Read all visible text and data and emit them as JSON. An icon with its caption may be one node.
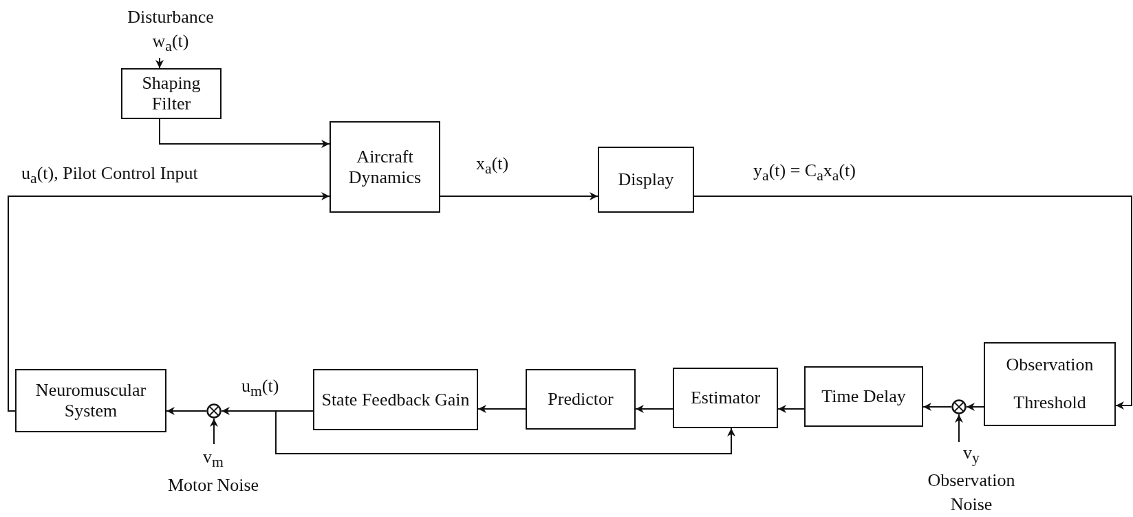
{
  "diagram": {
    "nodes": [
      {
        "text": [
          "Disturbance",
          "w$_{a}$(t)"
        ]
      },
      {
        "text": [
          "Shaping Filter"
        ]
      },
      {
        "text": [
          "Aircraft Dynamics"
        ]
      },
      {
        "text": [
          "Display"
        ]
      },
      {
        "text": [
          "Observation Threshold"
        ]
      },
      {
        "text": [],
        "shape": "circle"
      },
      {
        "text": [
          "Time Delay"
        ]
      },
      {
        "text": [
          "Estimator"
        ]
      },
      {
        "text": [
          "Predictor"
        ]
      },
      {
        "text": [
          "State Feedback Gain"
        ]
      },
      {
        "text": [],
        "shape": "circle"
      },
      {
        "text": [
          "Neuromuscular System"
        ]
      },
      {
        "text": [
          "v$_{y}$",
          "Observation Noise"
        ]
      },
      {
        "text": [
          "v$_{m}$",
          "Motor Noise"
        ]
      }
    ],
    "edges": [
      {
        "from": 0,
        "to": 1,
        "arrow": "to"
      },
      {
        "from": 1,
        "to": 2,
        "arrow": "to"
      },
      {
        "from": 11,
        "to": 2,
        "arrow": "to",
        "label": "u$_{a}$(t), Pilot Control Input"
      },
      {
        "from": 2,
        "to": 3,
        "arrow": "to",
        "label": "x$_{a}$(t)"
      },
      {
        "from": 3,
        "to": 4,
        "arrow": "to",
        "label": "y$_{a}$(t) = C$_{a}$x$_{a}$(t)"
      },
      {
        "from": 4,
        "to": 10,
        "arrow": "to"
      },
      {
        "from": 12,
        "to": 10,
        "arrow": "to"
      },
      {
        "from": 10,
        "to": 6,
        "arrow": "to"
      },
      {
        "from": 6,
        "to": 7,
        "arrow": "to"
      },
      {
        "from": 7,
        "to": 8,
        "arrow": "to"
      },
      {
        "from": 8,
        "to": 9,
        "arrow": "to"
      },
      {
        "from": 9,
        "to": 5,
        "arrow": "to",
        "label": "u$_{m}$(t)"
      },
      {
        "from": 9,
        "to": 7,
        "arrow": "to"
      },
      {
        "from": 13,
        "to": 5,
        "arrow": "to"
      },
      {
        "from": 5,
        "to": 11,
        "arrow": "to"
      }
    ]
  }
}
